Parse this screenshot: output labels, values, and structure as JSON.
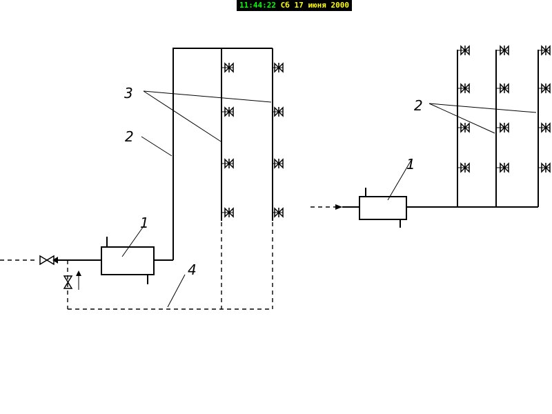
{
  "status_bar": {
    "time": "11:44:22",
    "date": "Сб 17 июня 2000",
    "time_color": "#00ff00",
    "date_color": "#ffff00",
    "background": "#000000"
  },
  "diagram_left": {
    "label_heater": "1",
    "label_riser": "2",
    "label_branches": "3",
    "label_return": "4"
  },
  "diagram_right": {
    "label_heater": "1",
    "label_risers": "2"
  }
}
